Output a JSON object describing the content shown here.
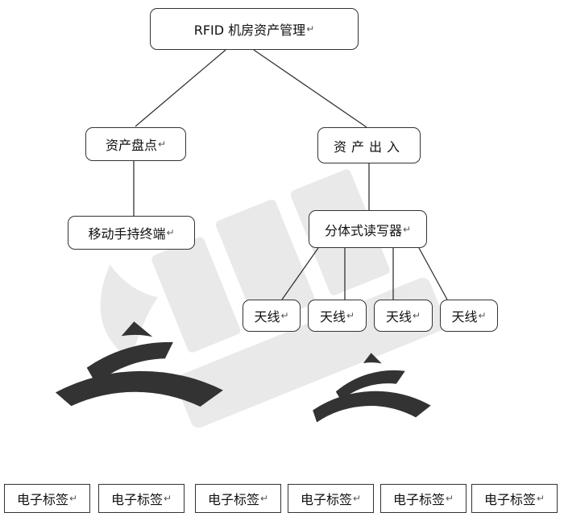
{
  "root": {
    "label": "RFID 机房资产管理"
  },
  "left_branch": {
    "label": "资产盘点",
    "device": "移动手持终端"
  },
  "right_branch": {
    "label": "资产出入",
    "reader": "分体式读写器",
    "antennas": [
      "天线",
      "天线",
      "天线",
      "天线"
    ]
  },
  "tags": [
    "电子标签",
    "电子标签",
    "电子标签",
    "电子标签",
    "电子标签",
    "电子标签"
  ],
  "return_mark": "↵",
  "colors": {
    "line": "#333333",
    "wave": "#333333",
    "watermark": "#c8c8c8"
  },
  "watermark_icon": "hopeland-logo-watermark"
}
